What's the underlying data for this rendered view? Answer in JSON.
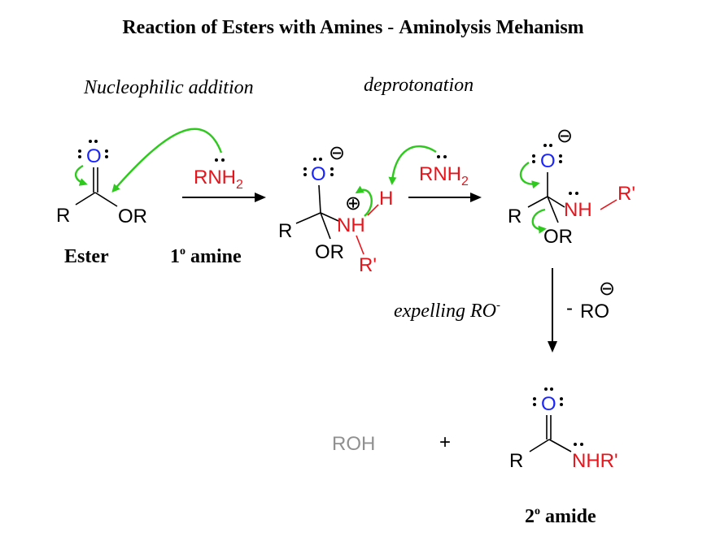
{
  "title": {
    "main": "Reaction of Esters with Amines",
    "dash": "-",
    "sub": "Aminolysis Mehanism"
  },
  "steps": {
    "nucleophilic_addition": "Nucleophilic addition",
    "deprotonation": "deprotonation",
    "expelling_prefix": "expelling RO",
    "expelling_sup": "-"
  },
  "labels": {
    "ester": "Ester",
    "amine_num": "1",
    "amine_sup": "o",
    "amine_word": "amine",
    "amide_num": "2",
    "amide_sup": "o",
    "amide_word": "amide"
  },
  "atoms": {
    "O": "O",
    "R": "R",
    "OR": "OR",
    "RN": "RN",
    "H": "H",
    "sub2": "2",
    "NH": "NH",
    "R_prime": "R'",
    "RO": "RO",
    "minus": "-",
    "ROH": "ROH",
    "plus": "+",
    "NHR_prime": "NHR'",
    "minus_charge": "⊖",
    "plus_charge": "⊕"
  },
  "colors": {
    "heteroatom_O": "#1a24ff",
    "amine_N": "#e8141c",
    "electron_arrow": "#2ec81e",
    "byproduct": "#909090"
  },
  "icons": {
    "reaction_arrow": "right-arrow",
    "vertical_arrow": "down-arrow",
    "electron_push": "curved-arrow"
  }
}
